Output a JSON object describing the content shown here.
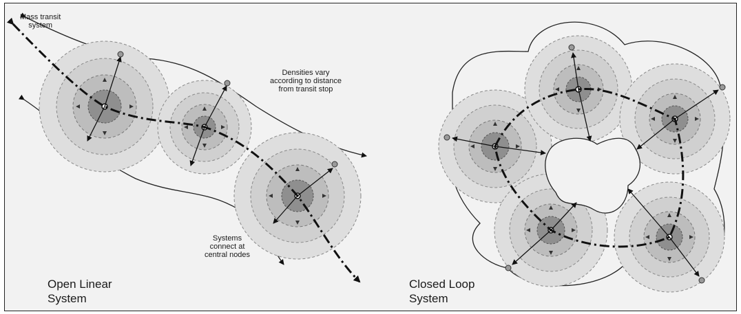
{
  "labels": {
    "mass_transit": [
      "Mass transit",
      "system"
    ],
    "densities": [
      "Densities vary",
      "according to distance",
      "from transit stop"
    ],
    "systems_connect": [
      "Systems",
      "connect at",
      "central nodes"
    ],
    "open_linear": [
      "Open Linear",
      "System"
    ],
    "closed_loop": [
      "Closed Loop",
      "System"
    ]
  },
  "colors": {
    "ring_outer": "#dedede",
    "ring_2": "#d0d0d0",
    "ring_3": "#bdbdbd",
    "ring_core": "#8f8f8f",
    "line": "#111111",
    "node": "#9a9a9a"
  }
}
